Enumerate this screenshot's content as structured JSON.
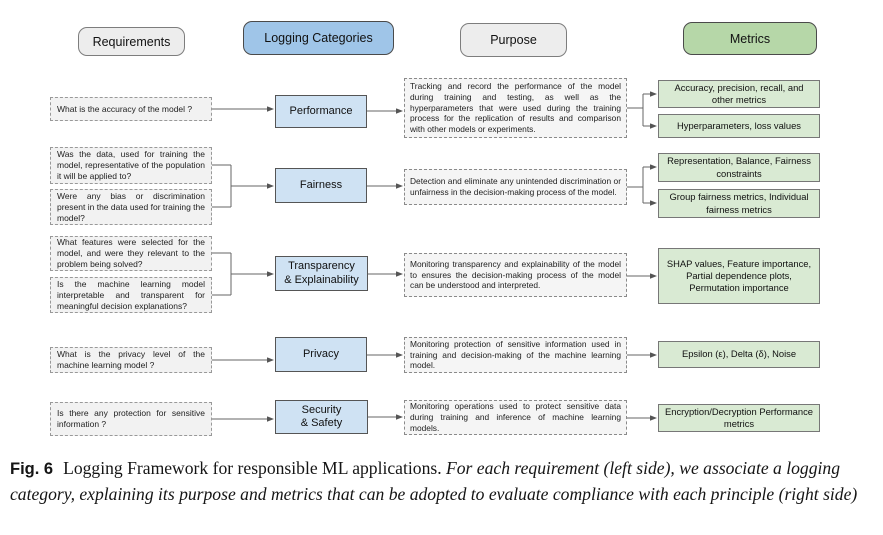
{
  "colors": {
    "header_gray_bg": "#ededed",
    "header_blue_bg": "#9fc5e8",
    "header_green_bg": "#b6d7a8",
    "category_box_bg": "#cfe2f3",
    "requirement_box_bg": "#f2f2f2",
    "purpose_box_bg": "#f5f5f5",
    "metric_box_bg": "#d9ead3",
    "connector_line": "#666666"
  },
  "headers": {
    "requirements": "Requirements",
    "logging_categories": "Logging Categories",
    "purpose": "Purpose",
    "metrics": "Metrics"
  },
  "rows": [
    {
      "category": "Performance",
      "requirements": [
        "What is the accuracy of the model ?"
      ],
      "purpose": "Tracking and record the performance of the model during training and testing, as well as the hyperparameters that were used during the training process for the replication of results and comparison with other models or experiments.",
      "metrics": [
        "Accuracy, precision, recall, and other metrics",
        "Hyperparameters, loss values"
      ]
    },
    {
      "category": "Fairness",
      "requirements": [
        "Was the data, used for training the model, representative of the population it will be applied to?",
        "Were any bias or discrimination present in the data used for training the model?"
      ],
      "purpose": "Detection and eliminate any unintended discrimination or unfairness in the decision-making process of the model.",
      "metrics": [
        "Representation, Balance, Fairness constraints",
        "Group fairness metrics, Individual fairness metrics"
      ]
    },
    {
      "category": "Transparency\n& Explainability",
      "requirements": [
        "What features were selected for the model, and were they relevant to the problem being solved?",
        "Is the machine learning model interpretable and transparent for meaningful decision explanations?"
      ],
      "purpose": "Monitoring transparency and explainability of the model to ensures the decision-making process of the model can be understood and interpreted.",
      "metrics": [
        "SHAP values, Feature importance, Partial dependence plots, Permutation importance"
      ]
    },
    {
      "category": "Privacy",
      "requirements": [
        "What is the privacy level of the machine learning model ?"
      ],
      "purpose": "Monitoring protection of sensitive information used in training and decision-making of the machine learning model.",
      "metrics": [
        "Epsilon (ε), Delta (δ), Noise"
      ]
    },
    {
      "category": "Security\n& Safety",
      "requirements": [
        "Is there any protection for sensitive information ?"
      ],
      "purpose": "Monitoring operations used to protect sensitive data during training and inference of machine learning models.",
      "metrics": [
        "Encryption/Decryption Performance metrics"
      ]
    }
  ],
  "caption": {
    "fig_label": "Fig. 6",
    "title": "Logging Framework for responsible ML applications.",
    "note": "For each requirement (left side), we associate a logging category, explaining its purpose and metrics that can be adopted to evaluate compliance with each principle (right side)"
  }
}
